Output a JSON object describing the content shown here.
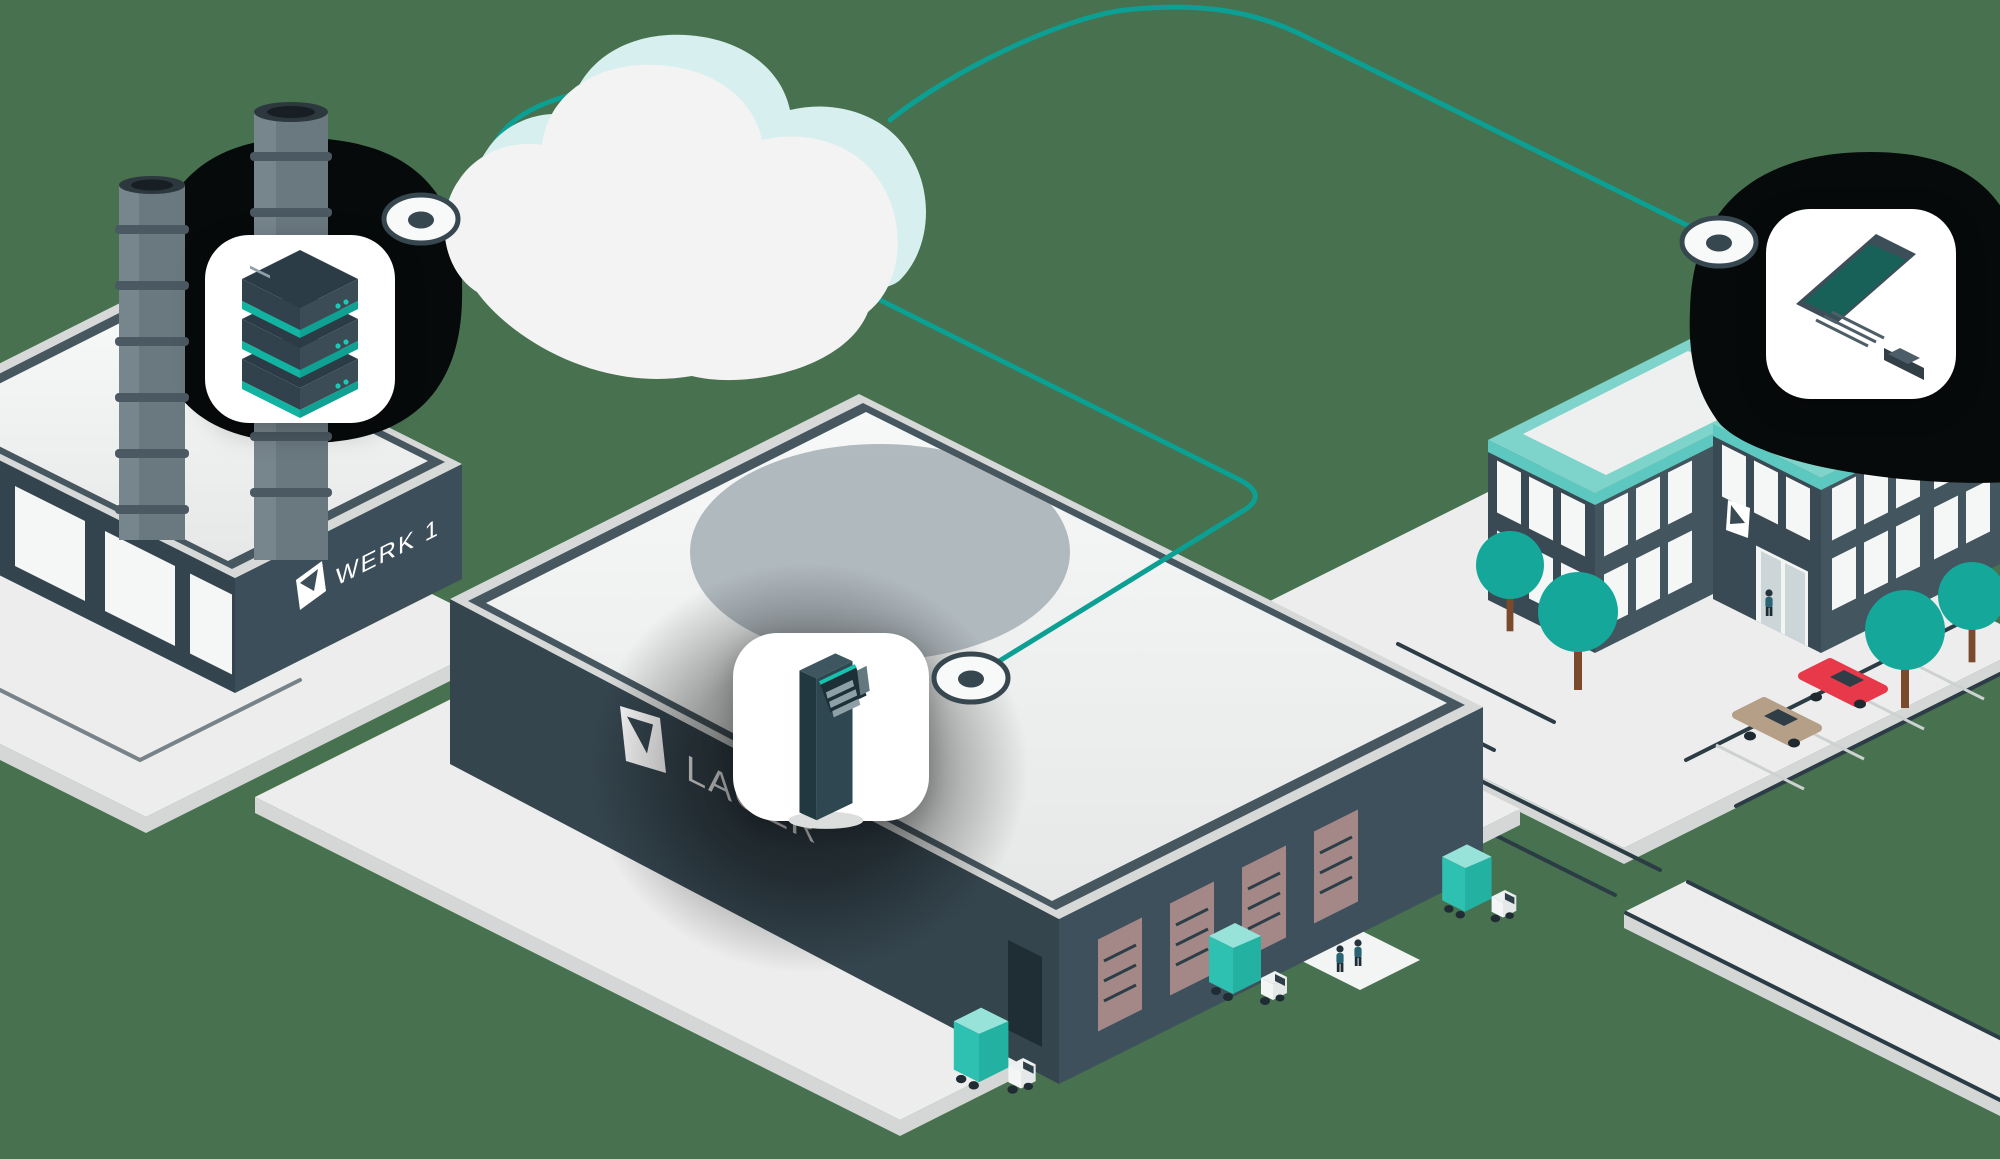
{
  "illustration": {
    "type": "isometric-network-diagram",
    "background_color": "#47714f",
    "accent_color": "#0ba093",
    "dark_slate_color": "#35454e",
    "mint_roof_color": "#7ed3ca",
    "truck_color": "#2ec0b0",
    "tree_color": "#14a79a",
    "cloud": {
      "name": "cloud",
      "front_color": "#f2f3f2",
      "back_color": "#d8efef"
    },
    "factory": {
      "label": "WERK 1",
      "icon": "server-stack-icon",
      "features": [
        "two-chimneys",
        "skylight-windows",
        "company-logo"
      ]
    },
    "warehouse": {
      "label": "LAGER",
      "icon": "kiosk-terminal-icon",
      "features": [
        "loading-dock-doors",
        "delivery-trucks",
        "workers",
        "cloud-shadow-on-roof"
      ]
    },
    "office": {
      "icon": "laptop-icon",
      "features": [
        "mint-roof-trim",
        "glass-entrance",
        "trees",
        "parking-lot",
        "red-car",
        "beige-car",
        "pedestrian"
      ]
    },
    "connections": [
      {
        "from": "factory-node",
        "to": "cloud"
      },
      {
        "from": "cloud",
        "to": "office-node"
      },
      {
        "from": "cloud",
        "to": "warehouse-node"
      }
    ]
  }
}
